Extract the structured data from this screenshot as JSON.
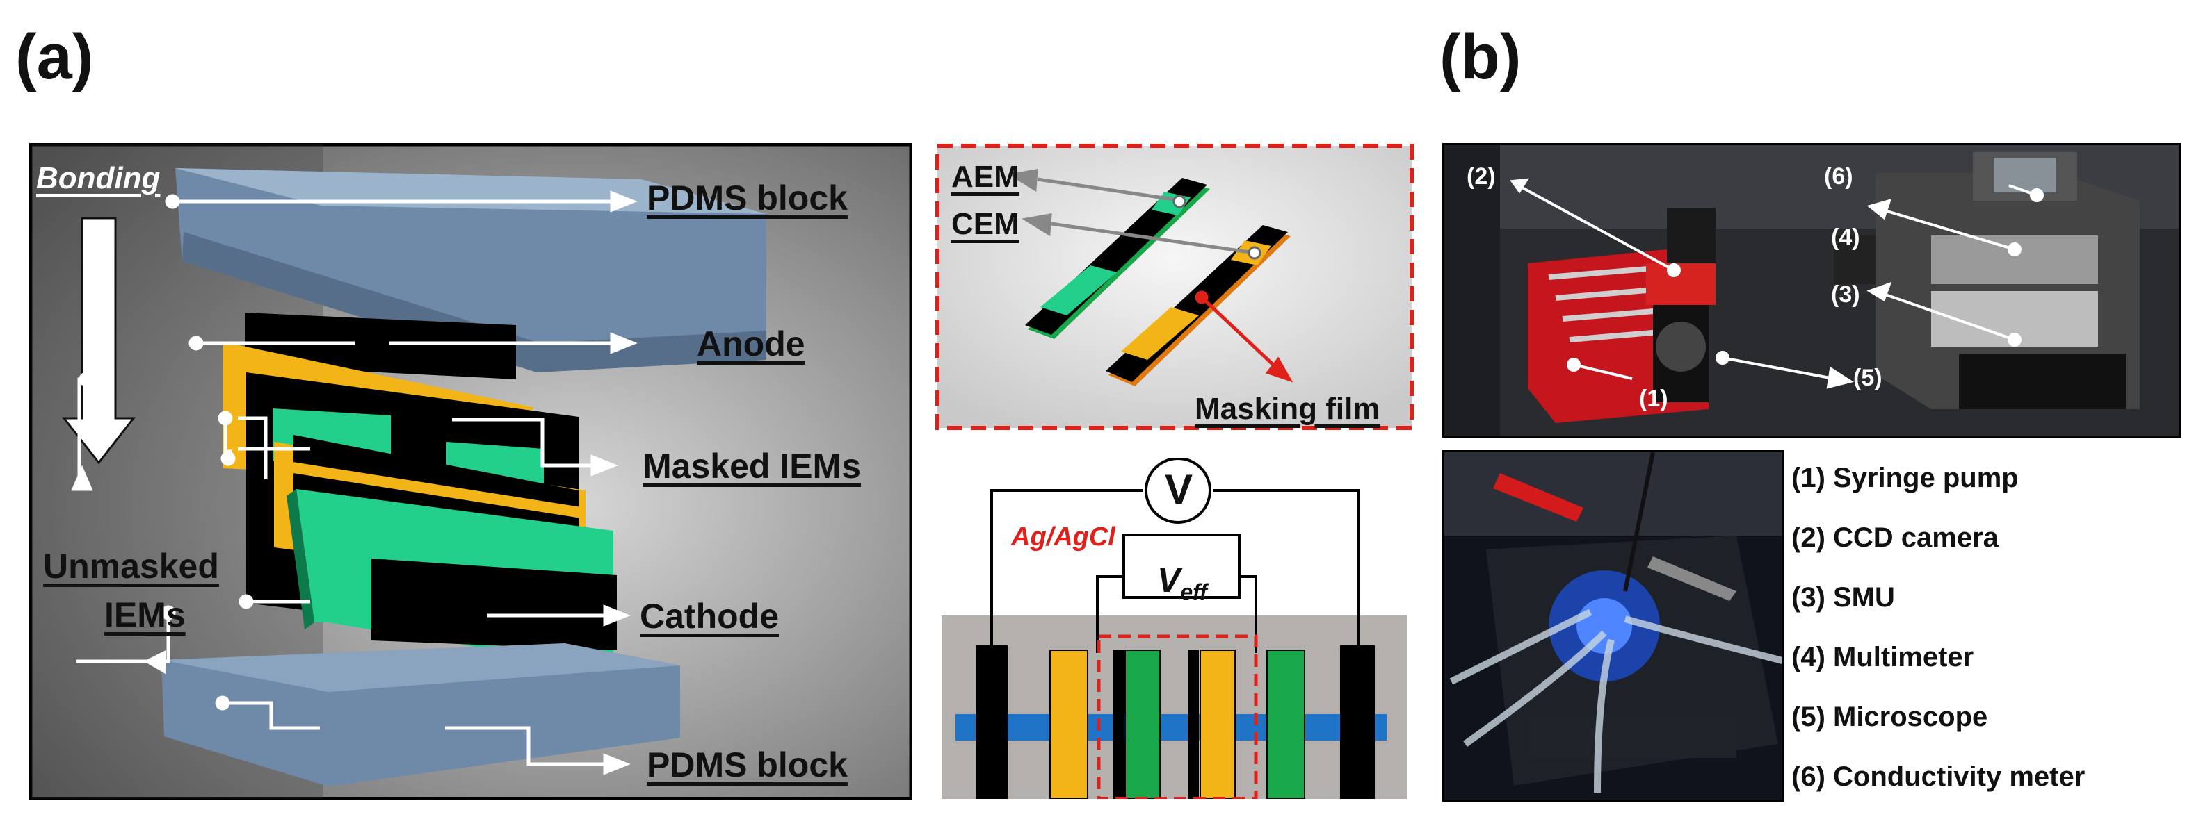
{
  "panel_a": {
    "label": "(a)",
    "bonding": "Bonding",
    "pdms_top": "PDMS block",
    "anode": "Anode",
    "masked_iems": "Masked IEMs",
    "unmasked_line1": "Unmasked",
    "unmasked_line2": "IEMs",
    "cathode": "Cathode",
    "pdms_bottom": "PDMS block",
    "inset": {
      "aem": "AEM",
      "cem": "CEM",
      "masking_film": "Masking film"
    },
    "circuit": {
      "voltmeter": "V",
      "electrode": "Ag/AgCl",
      "veff_main": "V",
      "veff_sub": "eff"
    }
  },
  "panel_b": {
    "label": "(b)",
    "photo_markers": [
      "(1)",
      "(2)",
      "(3)",
      "(4)",
      "(5)",
      "(6)"
    ],
    "legend": [
      "(1)  Syringe pump",
      "(2)  CCD camera",
      "(3)  SMU",
      "(4)  Multimeter",
      "(5)  Microscope",
      "(6)  Conductivity meter"
    ]
  },
  "colors": {
    "pdms": "#6f8aa8",
    "anion_membrane": "#f2b416",
    "cation_membrane": "#22d08c",
    "electrode": "#000000",
    "accent_red": "#e0201a",
    "channel_blue": "#1f74c8",
    "green_membrane": "#18a84a"
  }
}
